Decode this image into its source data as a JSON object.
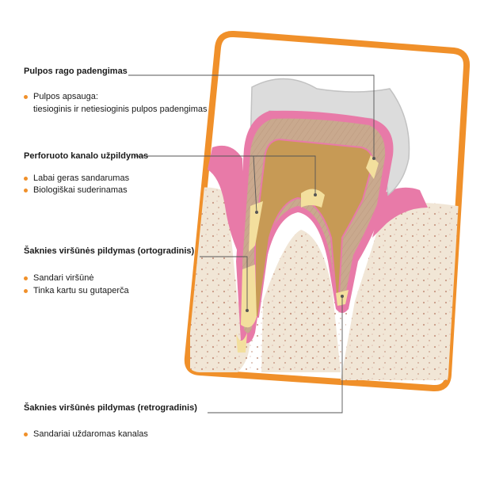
{
  "sections": [
    {
      "heading": "Pulpos rago padengimas",
      "items": [
        "Pulpos apsauga:"
      ],
      "continuation": "tiesioginis ir netiesioginis  pulpos padengimas"
    },
    {
      "heading": "Perforuoto kanalo užpildymas",
      "items": [
        "Labai geras sandarumas",
        "Biologiškai suderinamas"
      ]
    },
    {
      "heading": "Šaknies viršūnės pildymas (ortogradinis)",
      "items": [
        "Sandari viršūnė",
        "Tinka kartu su gutaperča"
      ]
    },
    {
      "heading": "Šaknies viršūnės pildymas (retrogradinis)",
      "items": [
        "Sandariai uždaromas kanalas"
      ]
    }
  ],
  "colors": {
    "frame": "#f0902a",
    "bullet": "#f0902a",
    "enamel": "#dcdcdc",
    "dentin": "#c9a98e",
    "pulp": "#c79a55",
    "gum": "#e87aa8",
    "bone": "#f1e6d6",
    "filling": "#f3df9d",
    "leader": "#555555"
  }
}
